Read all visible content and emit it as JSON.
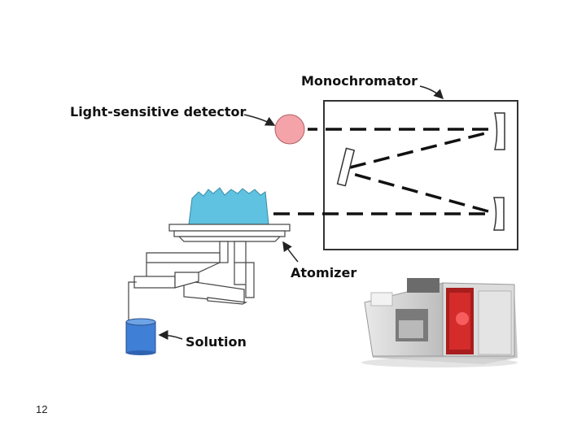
{
  "labels": {
    "monochromator": "Monochromator",
    "detector": "Light-sensitive detector",
    "atomizer": "Atomizer",
    "solution": "Solution"
  },
  "slide_number": "12",
  "colors": {
    "detector_fill": "#f4a3a8",
    "flame": "#5ec2e0",
    "solution": "#3f7fd6",
    "instrument_window": "#d42b2b"
  }
}
